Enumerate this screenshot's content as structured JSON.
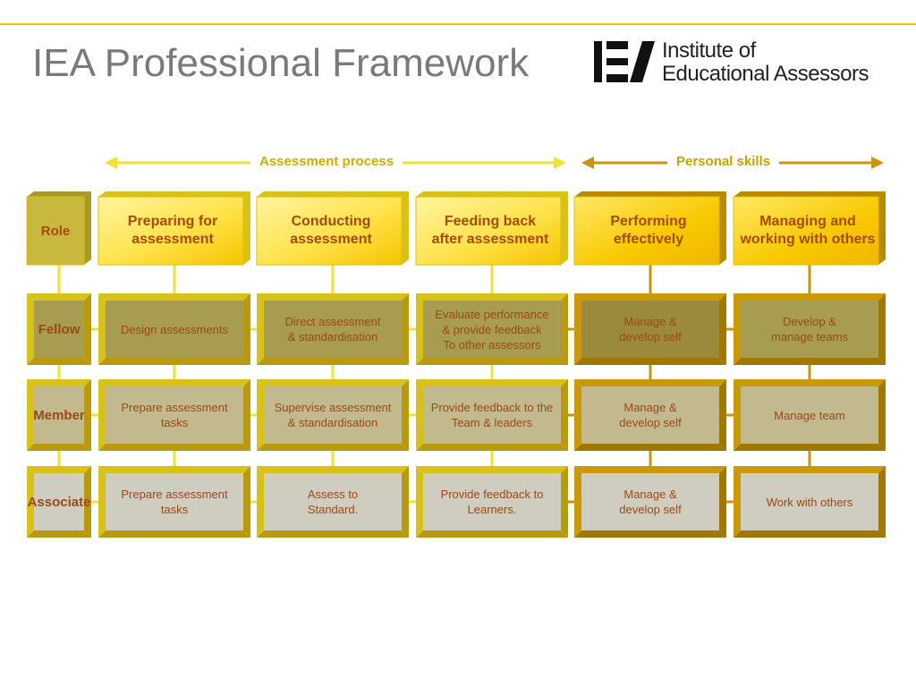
{
  "page": {
    "title": "IEA Professional Framework"
  },
  "logo": {
    "line1": "Institute of",
    "line2": "Educational Assessors"
  },
  "sections": [
    {
      "label": "Assessment process",
      "color": "#d4aa00",
      "arrow_color": "#f2e233"
    },
    {
      "label": "Personal skills",
      "color": "#c8a000",
      "arrow_color": "#c8960c"
    }
  ],
  "role_header": "Role",
  "columns": [
    {
      "label": "Preparing for\nassessment"
    },
    {
      "label": "Conducting\nassessment"
    },
    {
      "label": "Feeding back\nafter assessment"
    },
    {
      "label": "Performing\neffectively"
    },
    {
      "label": "Managing and\nworking with others"
    }
  ],
  "rows": [
    {
      "role": "Fellow",
      "cells": [
        "Design assessments",
        "Direct assessment\n& standardisation",
        "Evaluate performance\n& provide feedback\nTo other assessors",
        "Manage &\ndevelop self",
        "Develop &\nmanage teams"
      ]
    },
    {
      "role": "Member",
      "cells": [
        "Prepare assessment\ntasks",
        "Supervise assessment\n& standardisation",
        "Provide feedback to the\nTeam & leaders",
        "Manage &\ndevelop self",
        "Manage team"
      ]
    },
    {
      "role": "Associate",
      "cells": [
        "Prepare assessment\ntasks",
        "Assess to\nStandard.",
        "Provide feedback to\nLearners.",
        "Manage &\ndevelop self",
        "Work with others"
      ]
    }
  ],
  "colors": {
    "header_face": "#ffd700",
    "header_face_light": "#fff27a",
    "personal_header_face": "#f5c400",
    "fellow_face": "#a89c50",
    "fellow_face_dark": "#9c8a3c",
    "member_face": "#c2b98f",
    "associate_face": "#cfccc0",
    "bevel": "#d8c21a",
    "bevel_dark": "#b89a10",
    "connector": "#f2e233",
    "connector_dark": "#c8960c"
  }
}
